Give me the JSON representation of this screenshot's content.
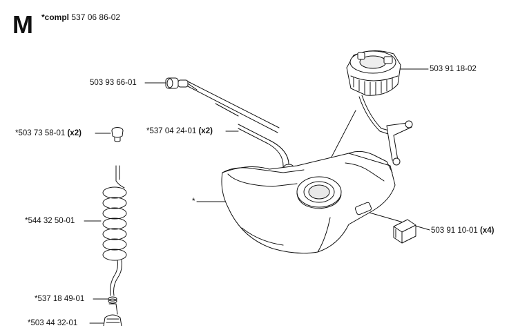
{
  "header": {
    "section_letter": "M",
    "compl_label": "*compl",
    "compl_number": "537 06 86-02"
  },
  "parts": [
    {
      "id": "p1",
      "number": "503 93 66-01",
      "qty": ""
    },
    {
      "id": "p2",
      "number": "503 91 18-02",
      "qty": ""
    },
    {
      "id": "p3",
      "number": "*503 73 58-01",
      "qty": "(x2)"
    },
    {
      "id": "p4",
      "number": "*537 04 24-01",
      "qty": "(x2)"
    },
    {
      "id": "p5",
      "number": "*",
      "qty": ""
    },
    {
      "id": "p6",
      "number": "*544 32 50-01",
      "qty": ""
    },
    {
      "id": "p7",
      "number": "503 91 10-01",
      "qty": "(x4)"
    },
    {
      "id": "p8",
      "number": "*537 18 49-01",
      "qty": ""
    },
    {
      "id": "p9",
      "number": "*503 44 32-01",
      "qty": ""
    }
  ]
}
